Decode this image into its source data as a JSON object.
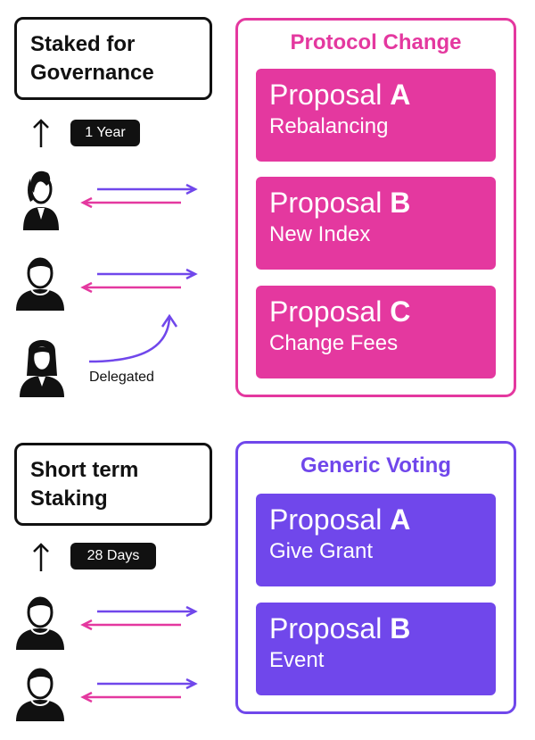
{
  "colors": {
    "magenta": "#e4389f",
    "purple": "#7047eb",
    "black": "#111111"
  },
  "sections": [
    {
      "label_lines": [
        "Staked for",
        "Governance"
      ],
      "duration": "1 Year",
      "panel_title": "Protocol Change",
      "accent": "#e4389f",
      "proposals": [
        {
          "word": "Proposal",
          "letter": "A",
          "name": "Rebalancing"
        },
        {
          "word": "Proposal",
          "letter": "B",
          "name": "New Index"
        },
        {
          "word": "Proposal",
          "letter": "C",
          "name": "Change Fees"
        }
      ],
      "people": [
        "woman-short-hair-icon",
        "man-icon",
        "woman-long-hair-icon"
      ],
      "delegated_label": "Delegated"
    },
    {
      "label_lines": [
        "Short term",
        "Staking"
      ],
      "duration": "28 Days",
      "panel_title": "Generic Voting",
      "accent": "#7047eb",
      "proposals": [
        {
          "word": "Proposal",
          "letter": "A",
          "name": "Give Grant"
        },
        {
          "word": "Proposal",
          "letter": "B",
          "name": "Event"
        }
      ],
      "people": [
        "man-icon",
        "man-icon"
      ]
    }
  ]
}
